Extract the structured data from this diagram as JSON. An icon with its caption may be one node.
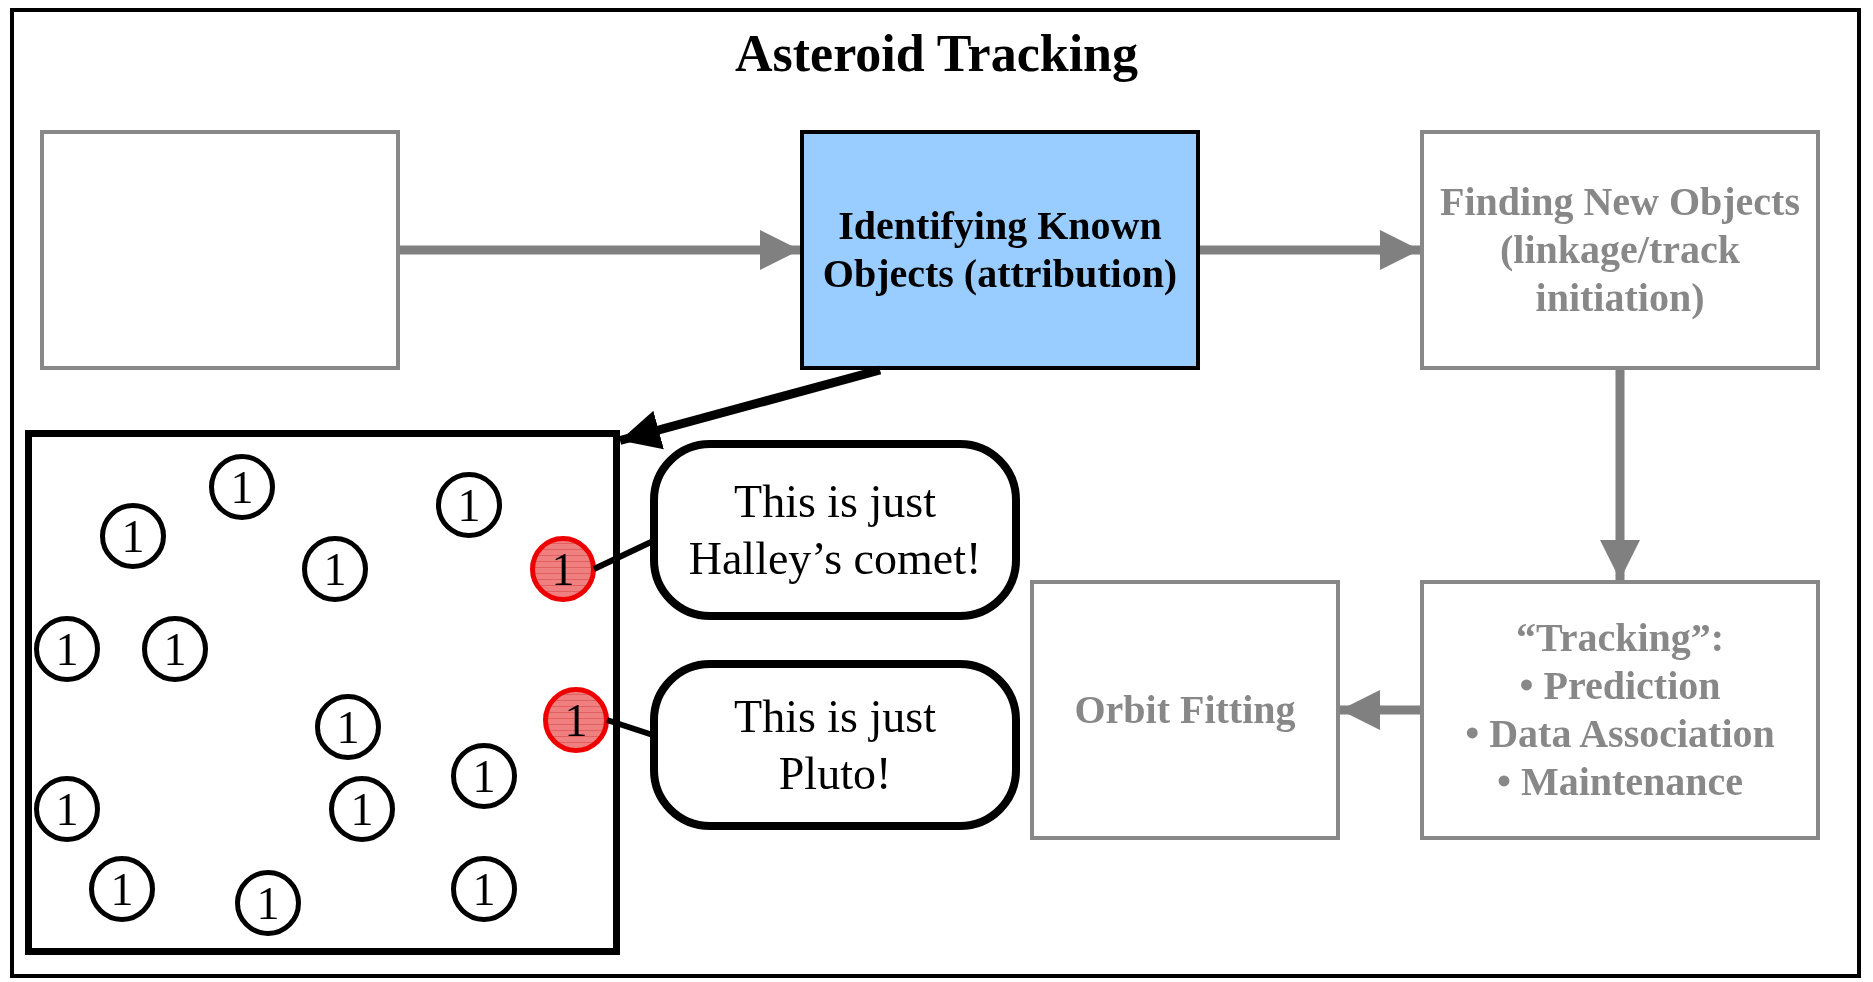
{
  "diagram": {
    "title": "Asteroid Tracking",
    "nodes": [
      {
        "text": [],
        "shape": "box"
      },
      {
        "text": [
          "Identifying Known Objects (attribution)"
        ]
      },
      {
        "text": [
          "Finding New Objects (linkage/track initiation)"
        ]
      },
      {
        "text": [
          "This is just Halley’s comet!"
        ]
      },
      {
        "text": [],
        "shape": "box"
      },
      {
        "text": [
          "1"
        ],
        "in": 4
      },
      {
        "text": [
          "1"
        ],
        "in": 4
      },
      {
        "text": [
          "1"
        ],
        "in": 4
      },
      {
        "text": [
          "1"
        ],
        "in": 4
      },
      {
        "text": [
          "1"
        ],
        "in": 4
      },
      {
        "text": [
          "1"
        ],
        "in": 4
      },
      {
        "text": [
          "1"
        ],
        "in": 4
      },
      {
        "text": [
          "1"
        ],
        "in": 4
      },
      {
        "text": [
          "1"
        ],
        "in": 4
      },
      {
        "text": [
          "1"
        ],
        "in": 4
      },
      {
        "text": [
          "1"
        ],
        "in": 4
      },
      {
        "text": [
          "1"
        ],
        "in": 4
      },
      {
        "text": [
          "1"
        ],
        "in": 4
      },
      {
        "text": [
          "1"
        ],
        "in": 4
      },
      {
        "text": [
          "1"
        ],
        "in": 4
      },
      {
        "text": [
          "This is just Pluto!"
        ]
      },
      {
        "text": [
          "Orbit Fitting"
        ]
      },
      {
        "text": [
          "“Tracking”:",
          "• Prediction",
          "• Data Association",
          "• Maintenance"
        ]
      }
    ],
    "edges": [
      {
        "from": 0,
        "to": 1,
        "arrow": "to"
      },
      {
        "from": 1,
        "to": 2,
        "arrow": "to"
      },
      {
        "from": 2,
        "to": 22,
        "arrow": "to"
      },
      {
        "from": 22,
        "to": 21,
        "arrow": "to"
      },
      {
        "from": 1,
        "to": 4,
        "arrow": "to",
        "color": "#000000"
      },
      {
        "from": 3,
        "to": 9,
        "arrow": "none",
        "color": "#000000"
      },
      {
        "from": 20,
        "to": 12,
        "arrow": "none",
        "color": "#000000"
      }
    ]
  }
}
